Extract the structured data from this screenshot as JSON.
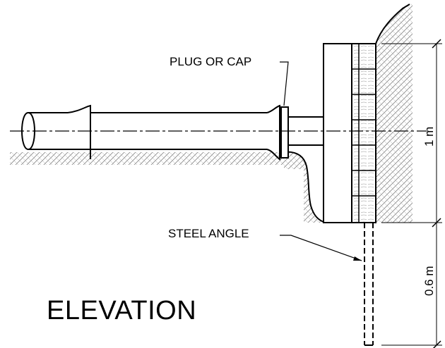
{
  "labels": {
    "plug_or_cap": "PLUG OR CAP",
    "steel_angle": "STEEL ANGLE",
    "title": "ELEVATION"
  },
  "dimensions": {
    "upper": "1 m",
    "lower": "0.6 m"
  },
  "colors": {
    "line": "#000000",
    "hatch": "#888888",
    "background": "#ffffff"
  }
}
